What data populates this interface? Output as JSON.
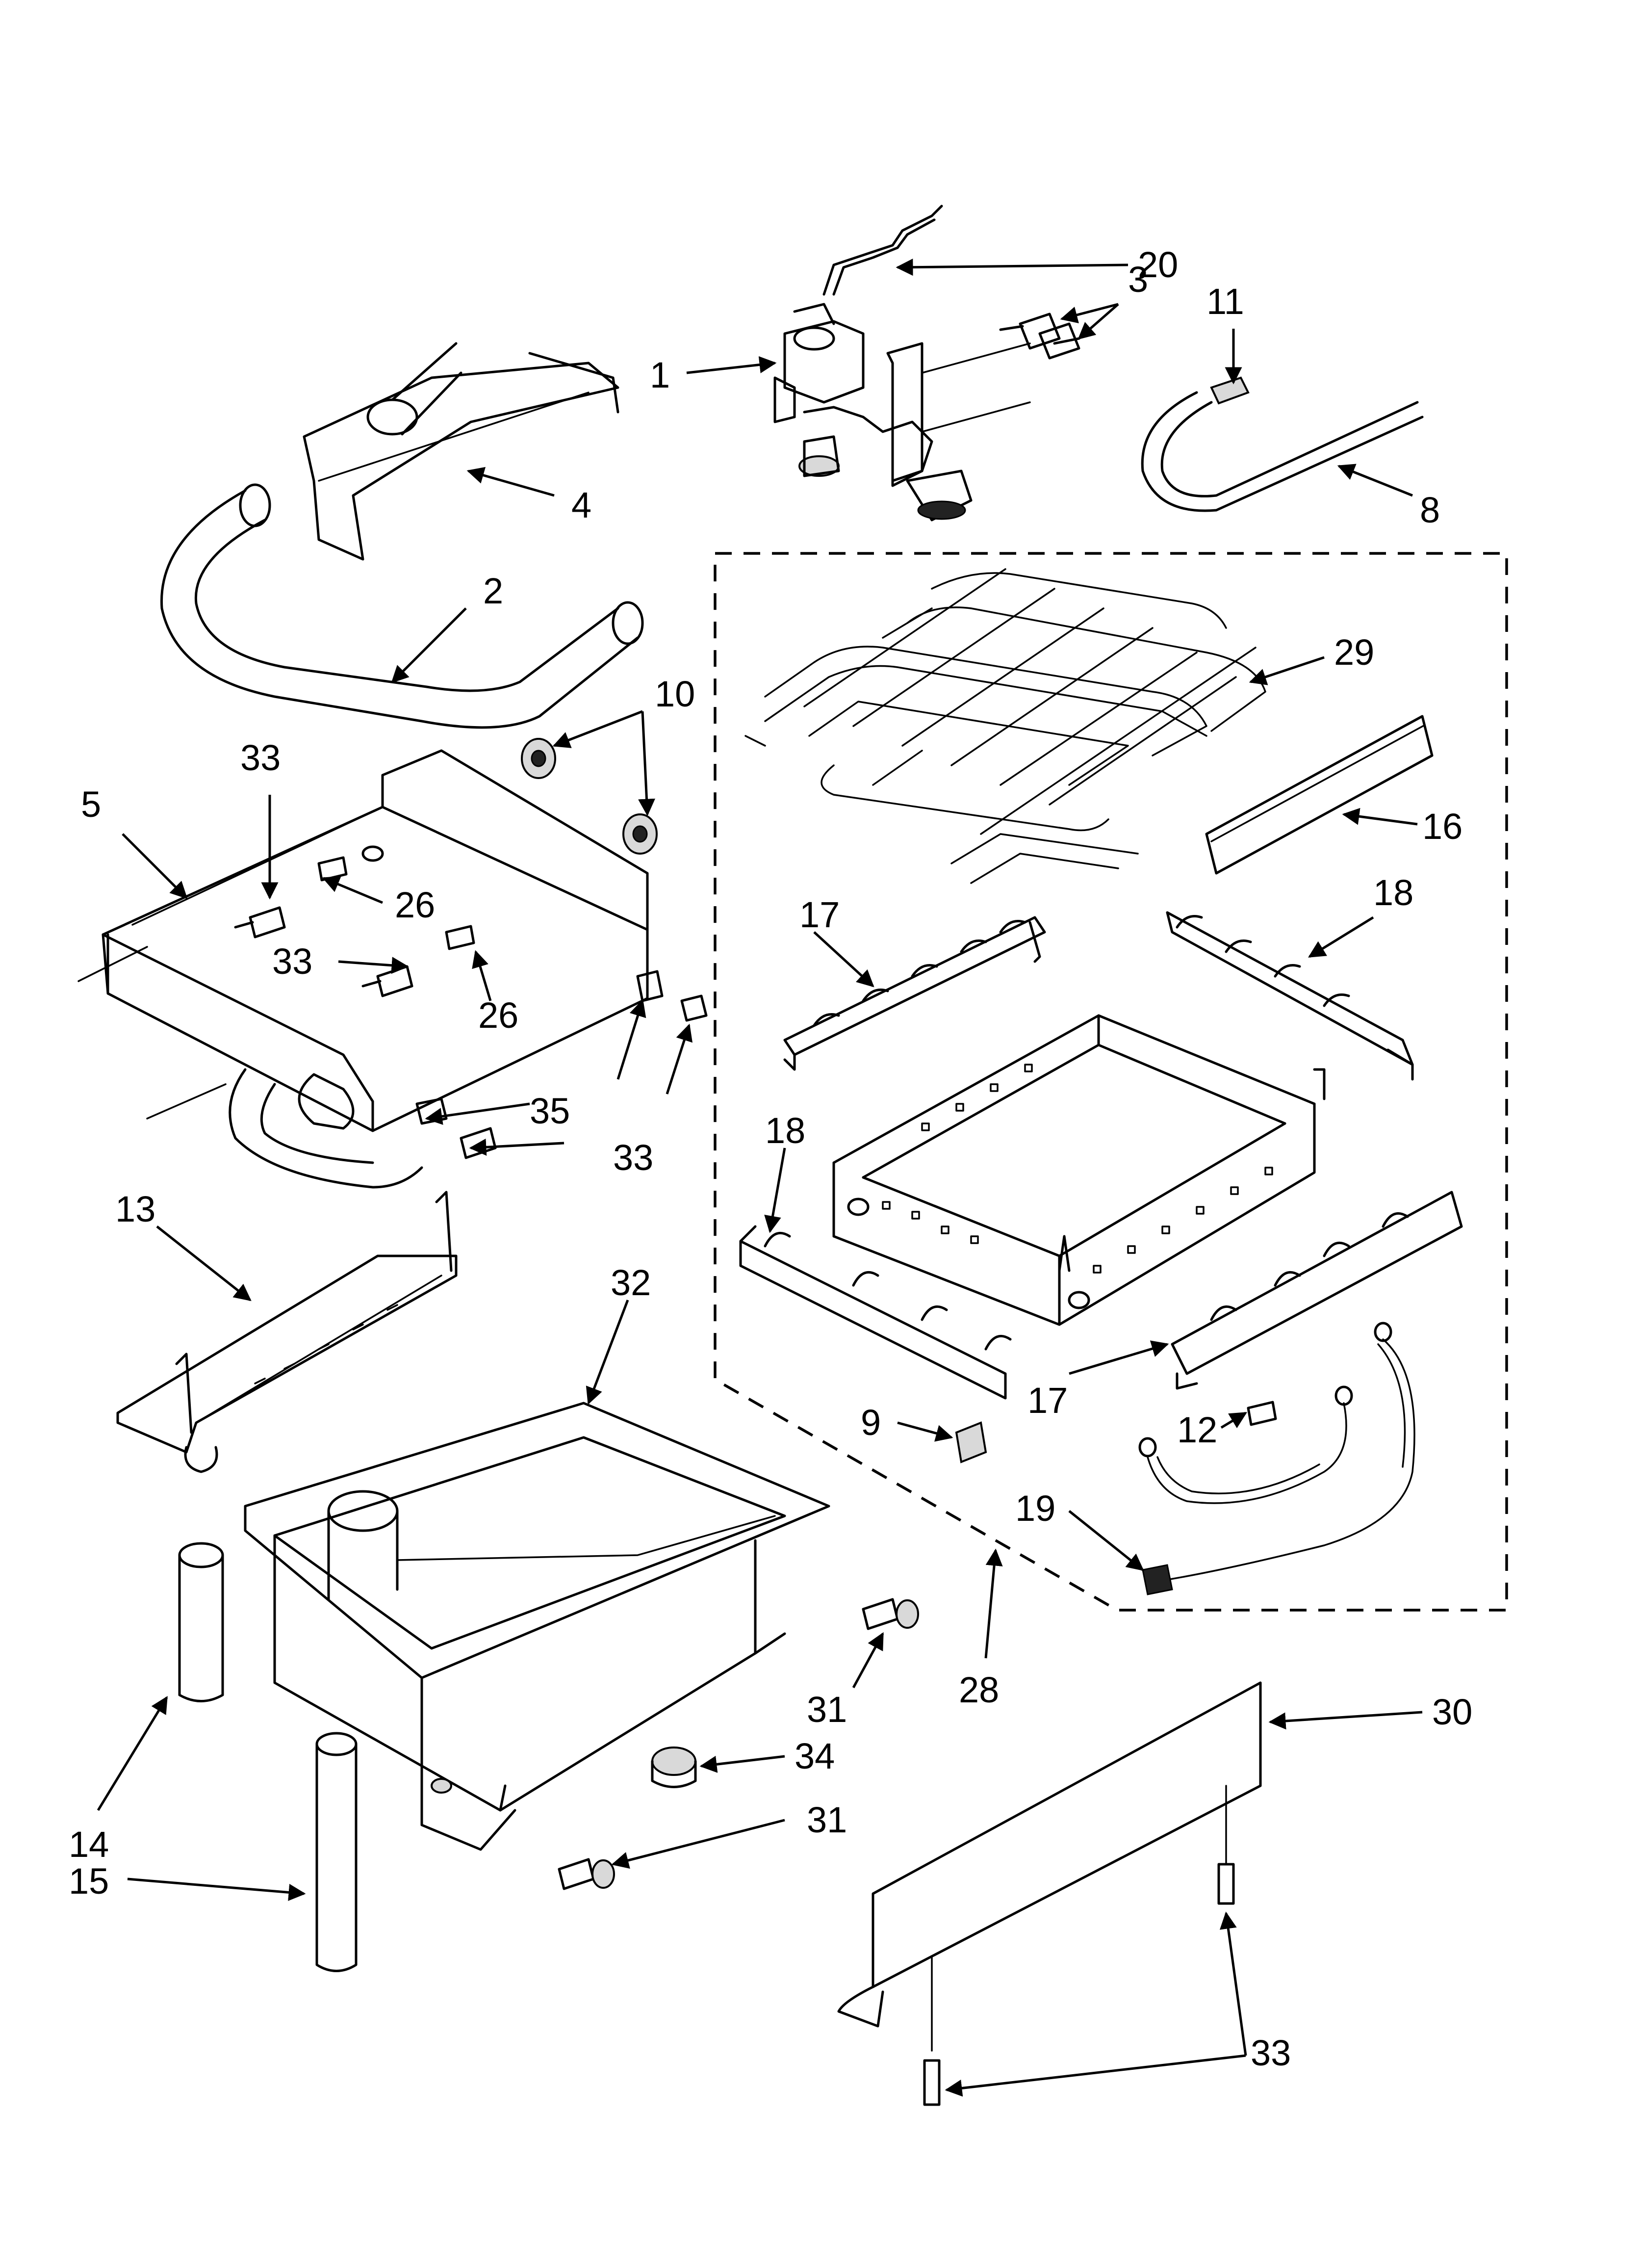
{
  "diagram": {
    "type": "exploded-parts-diagram",
    "callouts": [
      {
        "id": "c1",
        "label": "1"
      },
      {
        "id": "c20",
        "label": "20"
      },
      {
        "id": "c3",
        "label": "3"
      },
      {
        "id": "c11",
        "label": "11"
      },
      {
        "id": "c4",
        "label": "4"
      },
      {
        "id": "c8",
        "label": "8"
      },
      {
        "id": "c2",
        "label": "2"
      },
      {
        "id": "c29",
        "label": "29"
      },
      {
        "id": "c10",
        "label": "10"
      },
      {
        "id": "c33a",
        "label": "33"
      },
      {
        "id": "c5",
        "label": "5"
      },
      {
        "id": "c16",
        "label": "16"
      },
      {
        "id": "c26a",
        "label": "26"
      },
      {
        "id": "c17a",
        "label": "17"
      },
      {
        "id": "c18a",
        "label": "18"
      },
      {
        "id": "c33b",
        "label": "33"
      },
      {
        "id": "c26b",
        "label": "26"
      },
      {
        "id": "c35",
        "label": "35"
      },
      {
        "id": "c33c",
        "label": "33"
      },
      {
        "id": "c18b",
        "label": "18"
      },
      {
        "id": "c13",
        "label": "13"
      },
      {
        "id": "c32",
        "label": "32"
      },
      {
        "id": "c17b",
        "label": "17"
      },
      {
        "id": "c9",
        "label": "9"
      },
      {
        "id": "c12",
        "label": "12"
      },
      {
        "id": "c19",
        "label": "19"
      },
      {
        "id": "c31a",
        "label": "31"
      },
      {
        "id": "c28",
        "label": "28"
      },
      {
        "id": "c30",
        "label": "30"
      },
      {
        "id": "c34",
        "label": "34"
      },
      {
        "id": "c14",
        "label": "14"
      },
      {
        "id": "c31b",
        "label": "31"
      },
      {
        "id": "c15",
        "label": "15"
      },
      {
        "id": "c33d",
        "label": "33"
      }
    ]
  }
}
